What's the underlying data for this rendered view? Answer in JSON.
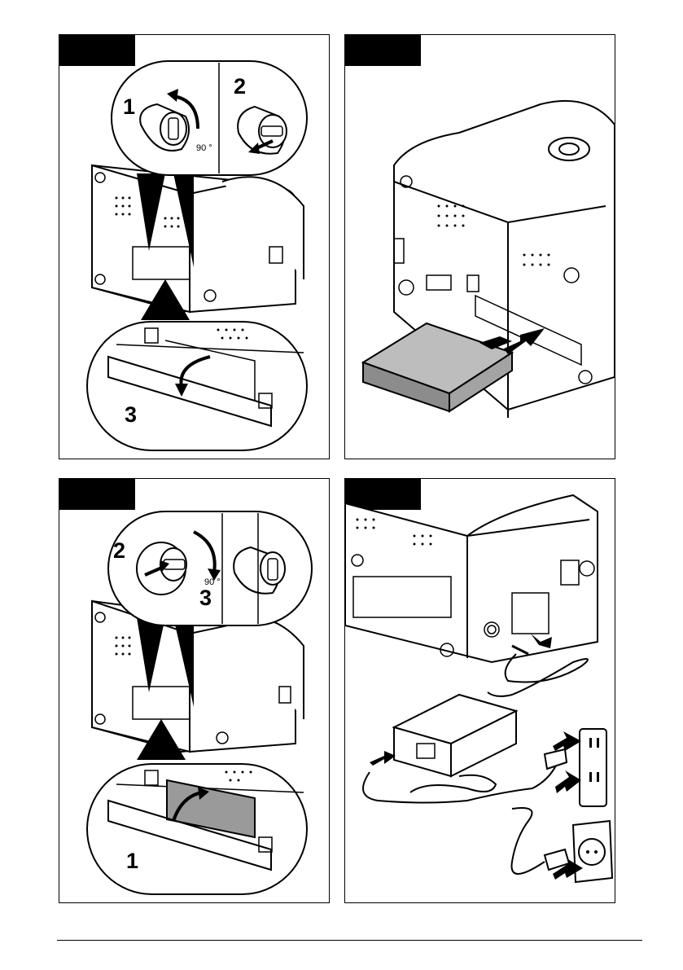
{
  "figures": [
    {
      "tag": "",
      "steps": [
        "1",
        "2",
        "3"
      ],
      "rotation_label": "90 °",
      "illustration": "instrument-rear-battery-cover-open"
    },
    {
      "tag": "",
      "illustration": "insert-battery-pack"
    },
    {
      "tag": "",
      "steps": [
        "2",
        "3",
        "1"
      ],
      "rotation_label": "90 °",
      "illustration": "instrument-rear-battery-cover-close"
    },
    {
      "tag": "",
      "illustration": "connect-power-supply-to-outlet"
    }
  ],
  "colors": {
    "line": "#000000",
    "battery": "#9a9a9a",
    "background": "#ffffff"
  }
}
